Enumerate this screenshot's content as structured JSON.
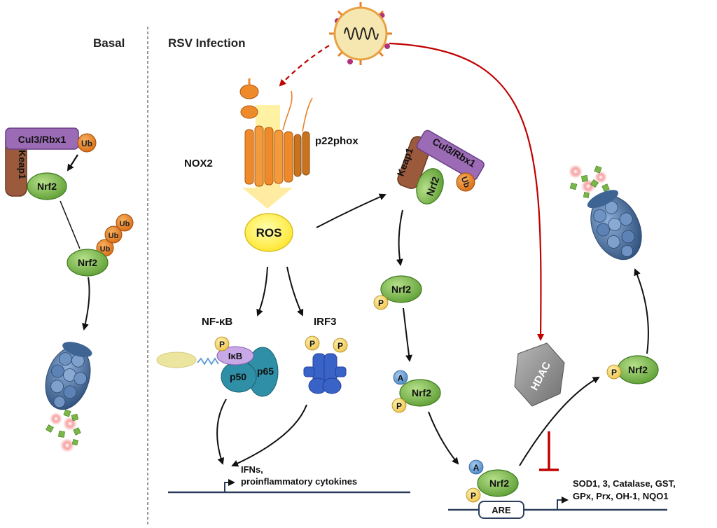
{
  "sections": {
    "basal": "Basal",
    "rsv_infection": "RSV Infection"
  },
  "proteins": {
    "cul3_rbx1": "Cul3/Rbx1",
    "keap1": "Keap1",
    "nrf2": "Nrf2",
    "ub": "Ub",
    "nox2": "NOX2",
    "p22phox": "p22phox",
    "ros": "ROS",
    "nfkb": "NF-κB",
    "ikb": "IκB",
    "p50": "p50",
    "p65": "p65",
    "irf3": "IRF3",
    "hdac": "HDAC",
    "phospho": "P",
    "acetyl": "A",
    "are": "ARE"
  },
  "outputs": {
    "ifn_line1": "IFNs,",
    "ifn_line2": "proinflammatory cytokines",
    "genes_line1": "SOD1, 3, Catalase, GST,",
    "genes_line2": "GPx, Prx, OH-1, NQO1"
  },
  "colors": {
    "nrf2": "#7ab648",
    "keap1": "#9c5a3c",
    "cul3": "#9b6bb5",
    "ub": "#e8822a",
    "nox2": "#ee8a2a",
    "ros": "#ffee44",
    "phospho": "#f6d26a",
    "acetyl": "#5b9bd5",
    "nfkb": "#2e8fa6",
    "irf3": "#3a63c8",
    "proteasome": "#4a6f9e",
    "hdac": "#8a8a8a",
    "arrow": "#111111",
    "virus_arrow": "#c00000",
    "dna": "#2b3f5c"
  }
}
